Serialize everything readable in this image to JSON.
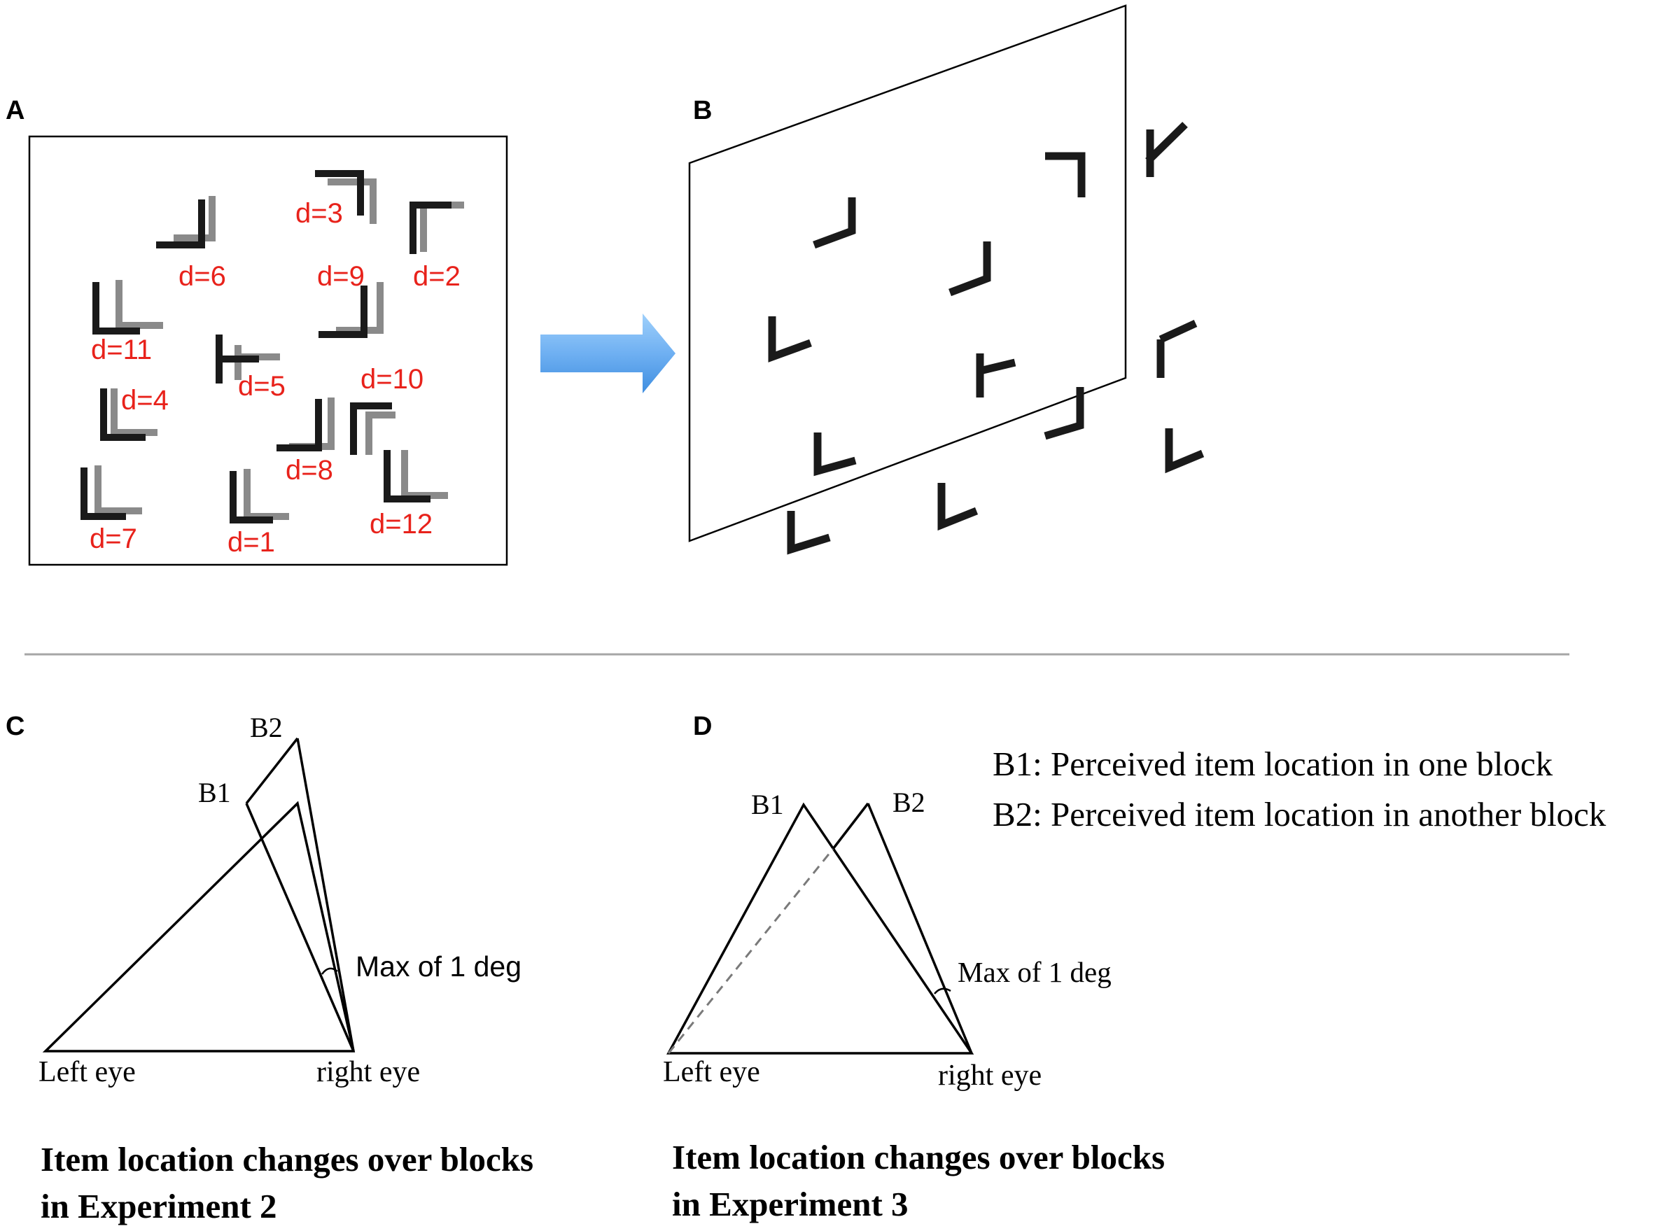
{
  "panels": {
    "a": {
      "letter": "A",
      "labels": [
        "d=3",
        "d=6",
        "d=9",
        "d=2",
        "d=11",
        "d=5",
        "d=10",
        "d=4",
        "d=8",
        "d=7",
        "d=1",
        "d=12"
      ]
    },
    "b": {
      "letter": "B"
    },
    "c": {
      "letter": "C",
      "b2": "B2",
      "b1": "B1",
      "angle": "Max of 1 deg",
      "left_eye": "Left eye",
      "right_eye": "right eye",
      "caption_line1": "Item location changes over blocks",
      "caption_line2": "in Experiment 2"
    },
    "d": {
      "letter": "D",
      "b1": "B1",
      "b2": "B2",
      "angle": "Max of 1 deg",
      "left_eye": "Left eye",
      "right_eye": "right eye",
      "caption_line1": "Item location changes over blocks",
      "caption_line2": "in Experiment 3"
    }
  },
  "legend": {
    "b1": "B1: Perceived item location in one block",
    "b2": "B2: Perceived item location in another block"
  },
  "colors": {
    "label_red": "#e8221b",
    "arrow_blue": "#6fb0f2",
    "item_gray": "#8a8a8a",
    "item_black": "#1a1a1a",
    "divider": "#a6a6a6"
  }
}
